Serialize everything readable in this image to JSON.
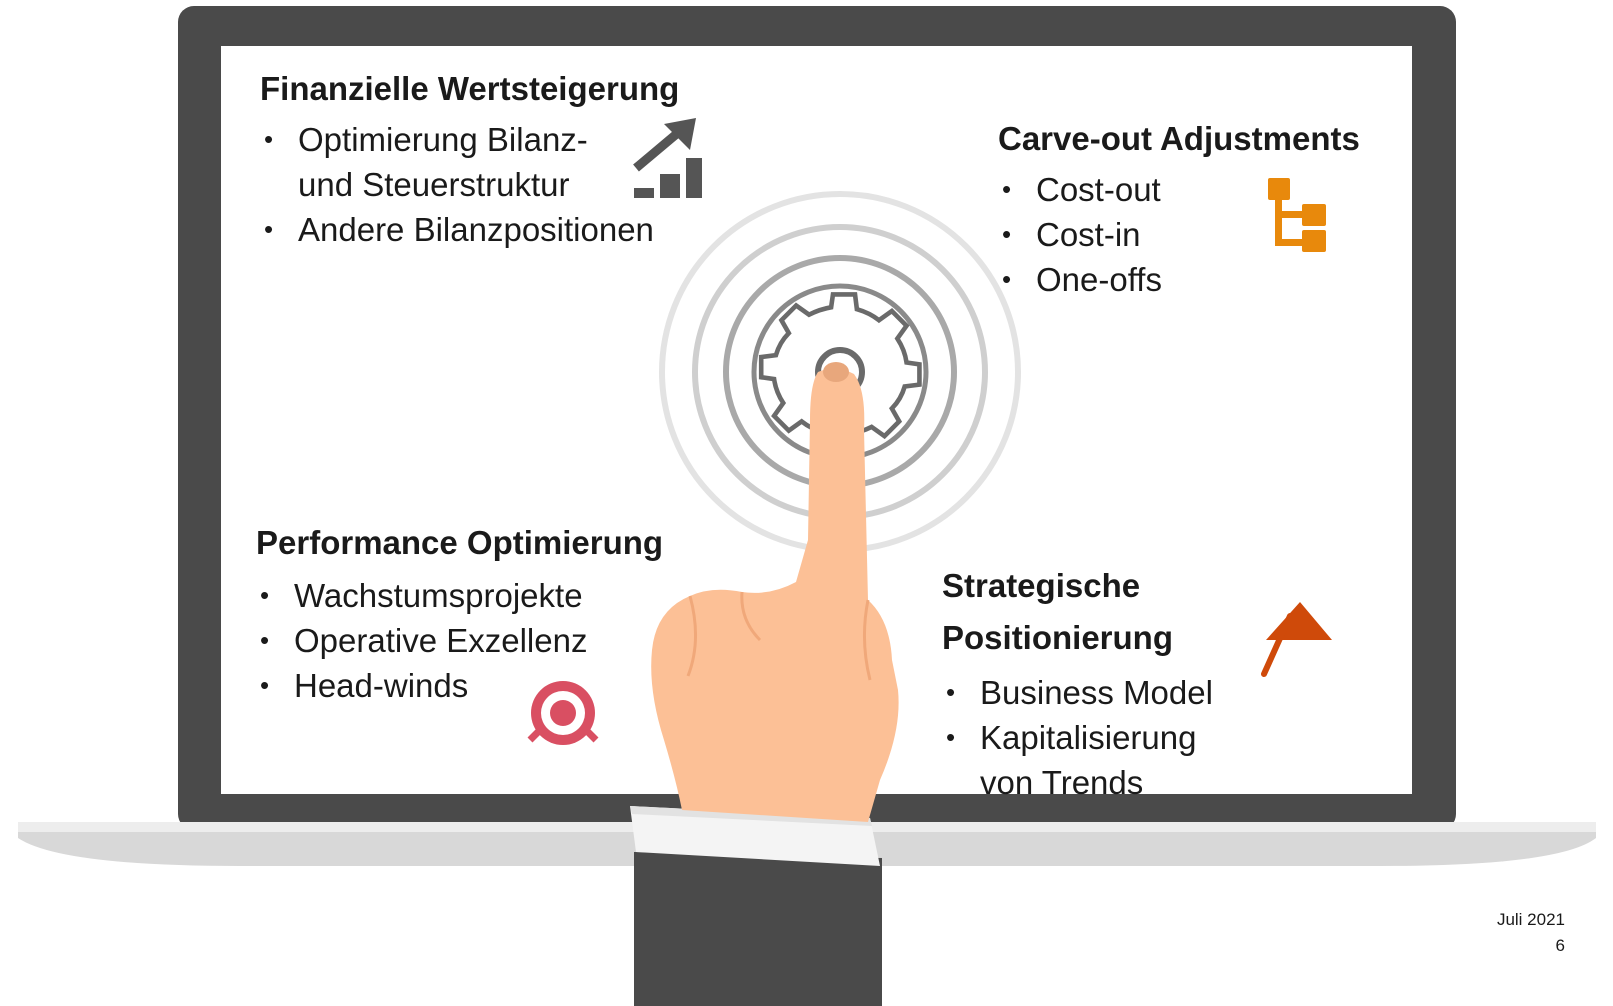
{
  "sections": {
    "finanzielle": {
      "title": "Finanzielle Wertsteigerung",
      "items": [
        "Optimierung Bilanz-",
        "und Steuerstruktur",
        "Andere Bilanzpositionen"
      ],
      "icon": "growth-chart-icon"
    },
    "carveout": {
      "title": "Carve-out Adjustments",
      "items": [
        "Cost-out",
        "Cost-in",
        "One-offs"
      ],
      "icon": "hierarchy-icon"
    },
    "performance": {
      "title": "Performance Optimierung",
      "items": [
        "Wachstumsprojekte",
        "Operative Exzellenz",
        "Head-winds"
      ],
      "icon": "target-icon"
    },
    "strategische": {
      "title_line1": "Strategische",
      "title_line2": "Positionierung",
      "items": [
        "Business Model",
        "Kapitalisierung",
        "von Trends"
      ],
      "icon": "flag-icon"
    }
  },
  "footer": {
    "date": "Juli 2021",
    "page": "6"
  },
  "colors": {
    "monitor_frame": "#4a4a4a",
    "accent_orange": "#e8890c",
    "accent_red_orange": "#cf4a0a",
    "accent_pink": "#d94f62",
    "icon_gray": "#555555",
    "skin": "#fcc096"
  }
}
